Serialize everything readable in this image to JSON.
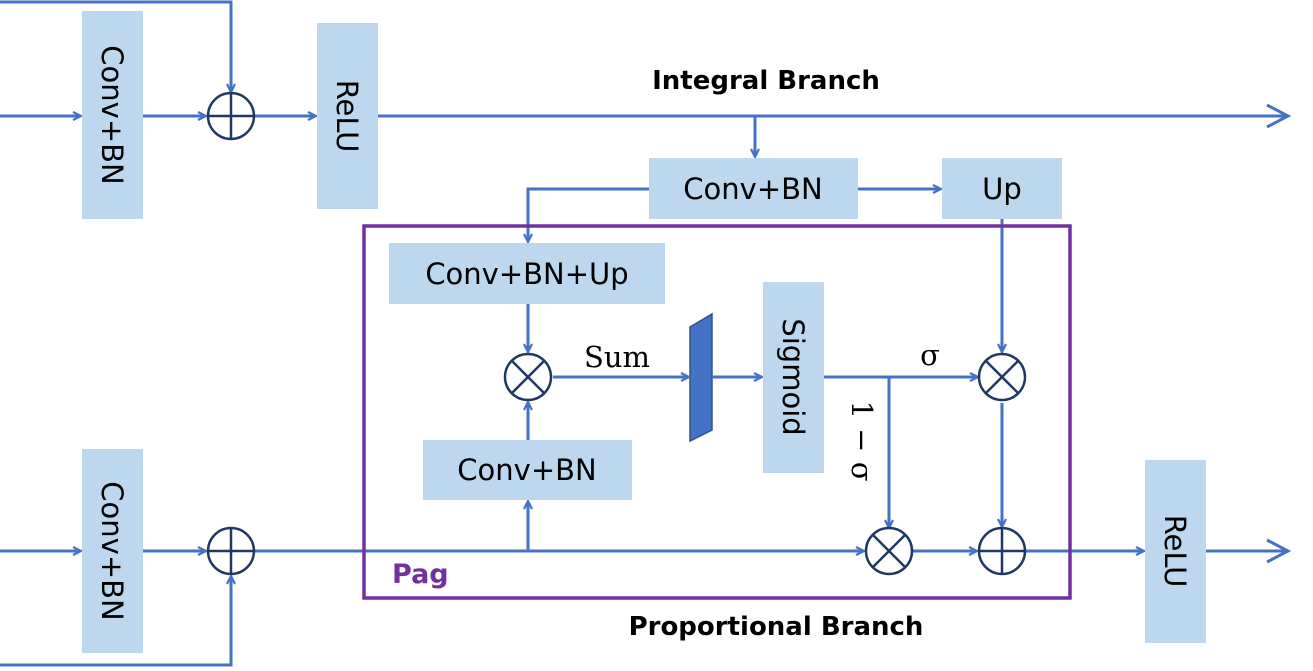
{
  "colors": {
    "box_fill": "#bdd7ee",
    "arrow": "#4472c4",
    "operator": "#203864",
    "pag_border": "#7030a0",
    "mux_fill": "#4472c4"
  },
  "branches": {
    "integral": "Integral Branch",
    "proportional": "Proportional Branch"
  },
  "module": {
    "label": "Pag"
  },
  "blocks": {
    "conv_bn_top_left": "Conv+BN",
    "relu_top": "ReLU",
    "conv_bn_integral": "Conv+BN",
    "up": "Up",
    "conv_bn_up": "Conv+BN+Up",
    "sigmoid": "Sigmoid",
    "conv_bn_inner": "Conv+BN",
    "conv_bn_bottom_left": "Conv+BN",
    "relu_bottom": "ReLU"
  },
  "annotations": {
    "sum": "Sum",
    "sigma": "σ",
    "one_minus_sigma": "1 − σ"
  },
  "operators": {
    "add": "add-icon",
    "multiply": "multiply-icon"
  }
}
